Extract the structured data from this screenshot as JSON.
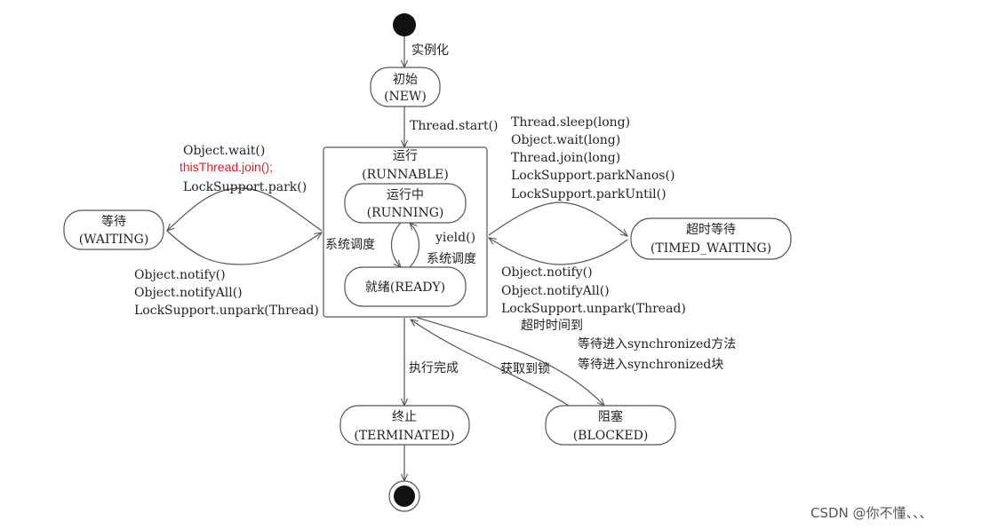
{
  "nodes": {
    "new": {
      "line1": "初始",
      "line2": "(NEW)"
    },
    "runnable": {
      "line1": "运行",
      "line2": "(RUNNABLE)"
    },
    "running": {
      "line1": "运行中",
      "line2": "(RUNNING)"
    },
    "ready": {
      "line1": "就绪(READY)"
    },
    "waiting": {
      "line1": "等待",
      "line2": "(WAITING)"
    },
    "timed_waiting": {
      "line1": "超时等待",
      "line2": "(TIMED_WAITING)"
    },
    "terminated": {
      "line1": "终止",
      "line2": "(TERMINATED)"
    },
    "blocked": {
      "line1": "阻塞",
      "line2": "(BLOCKED)"
    }
  },
  "labels": {
    "instantiate": "实例化",
    "thread_start": "Thread.start()",
    "to_waiting": [
      "Object.wait()",
      "thisThread.join();",
      "LockSupport.park()"
    ],
    "from_waiting": [
      "Object.notify()",
      "Object.notifyAll()",
      "LockSupport.unpark(Thread)"
    ],
    "to_timed": [
      "Thread.sleep(long)",
      "Object.wait(long)",
      "Thread.join(long)",
      "LockSupport.parkNanos()",
      "LockSupport.parkUntil()"
    ],
    "from_timed": [
      "Object.notify()",
      "Object.notifyAll()",
      "LockSupport.unpark(Thread)"
    ],
    "sched_left": "系统调度",
    "yield": "yield()",
    "sched_right": "系统调度",
    "timeout": "超时时间到",
    "sync_wait": [
      "等待进入synchronized方法",
      "等待进入synchronized块"
    ],
    "finished": "执行完成",
    "acquire_lock": "获取到锁"
  },
  "watermark": "CSDN @你不懂、、、",
  "colors": {
    "line": "#555555",
    "text": "#222222",
    "highlight": "#e0202a"
  }
}
